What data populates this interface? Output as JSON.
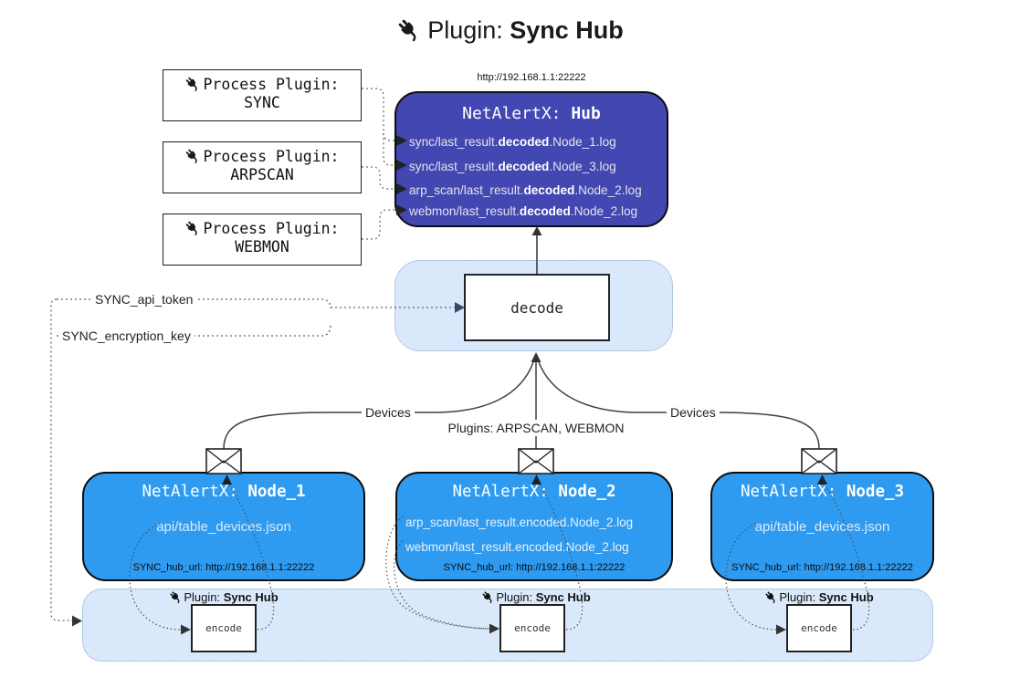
{
  "title": {
    "prefix": "Plugin: ",
    "bold": "Sync Hub"
  },
  "hub": {
    "url": "http://192.168.1.1:22222",
    "name_prefix": "NetAlertX: ",
    "name_bold": "Hub",
    "files": [
      {
        "prefix": "sync/last_result.",
        "bold": "decoded",
        "suffix": ".Node_1.log"
      },
      {
        "prefix": "sync/last_result.",
        "bold": "decoded",
        "suffix": ".Node_3.log"
      },
      {
        "prefix": "arp_scan/last_result.",
        "bold": "decoded",
        "suffix": ".Node_2.log"
      },
      {
        "prefix": "webmon/last_result.",
        "bold": "decoded",
        "suffix": ".Node_2.log"
      }
    ]
  },
  "process_plugins": [
    {
      "title": "Process Plugin:",
      "name": "SYNC"
    },
    {
      "title": "Process Plugin:",
      "name": "ARPSCAN"
    },
    {
      "title": "Process Plugin:",
      "name": "WEBMON"
    }
  ],
  "settings": {
    "api_token": "SYNC_api_token",
    "encryption_key": "SYNC_encryption_key"
  },
  "decode": {
    "label": "decode"
  },
  "edges": {
    "devices_left": "Devices",
    "devices_right": "Devices",
    "plugins_mid": "Plugins: ARPSCAN, WEBMON"
  },
  "nodes": [
    {
      "name_prefix": "NetAlertX: ",
      "name_bold": "Node_1",
      "files": [
        "api/table_devices.json"
      ],
      "hub_url": "SYNC_hub_url: http://192.168.1.1:22222"
    },
    {
      "name_prefix": "NetAlertX: ",
      "name_bold": "Node_2",
      "files": [
        "arp_scan/last_result.encoded.Node_2.log",
        "webmon/last_result.encoded.Node_2.log"
      ],
      "hub_url": "SYNC_hub_url: http://192.168.1.1:22222"
    },
    {
      "name_prefix": "NetAlertX: ",
      "name_bold": "Node_3",
      "files": [
        "api/table_devices.json"
      ],
      "hub_url": "SYNC_hub_url: http://192.168.1.1:22222"
    }
  ],
  "sync_plugin_cells": [
    {
      "prefix": "Plugin: ",
      "bold": "Sync Hub",
      "encode": "encode"
    },
    {
      "prefix": "Plugin: ",
      "bold": "Sync Hub",
      "encode": "encode"
    },
    {
      "prefix": "Plugin: ",
      "bold": "Sync Hub",
      "encode": "encode"
    }
  ],
  "colors": {
    "hub_bg": "#4247b2",
    "node_bg": "#2e9bf0",
    "panel_bg": "#d9e9fb",
    "panel_border": "#87a6c9"
  }
}
